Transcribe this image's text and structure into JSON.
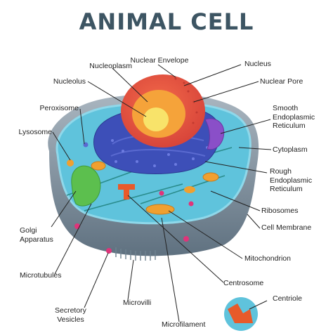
{
  "title": "ANIMAL CELL",
  "labels": {
    "nucleoplasm": "Nucleoplasm",
    "nuclear_envelope": "Nuclear Envelope",
    "nucleus": "Nucleus",
    "nucleolus": "Nucleolus",
    "nuclear_pore": "Nuclear Pore",
    "peroxisome": "Peroxisome",
    "smooth_er": [
      "Smooth",
      "Endoplasmic",
      "Reticulum"
    ],
    "lysosome": "Lysosome",
    "cytoplasm": "Cytoplasm",
    "rough_er": [
      "Rough",
      "Endoplasmic",
      "Reticulum"
    ],
    "ribosomes": "Ribosomes",
    "cell_membrane": "Cell Membrane",
    "golgi": [
      "Golgi",
      "Apparatus"
    ],
    "mitochondrion": "Mitochondrion",
    "microtubules": "Microtubules",
    "centrosome": "Centrosome",
    "centriole": "Centriole",
    "microvilli": "Microvilli",
    "secretory_vesicles": [
      "Secretory",
      "Vesicles"
    ],
    "microfilament": "Microfilament"
  },
  "colors": {
    "title": "#3d5563",
    "membrane": "#7a8c9a",
    "cytoplasm": "#5fc3dc",
    "rough_er": "#3d4fb8",
    "smooth_er": "#8a4fc8",
    "nucleus": "#e8573f",
    "nucleoplasm": "#f5a33a",
    "nucleolus": "#f8e36a",
    "golgi": "#5cbf4e",
    "mitochondrion": "#f0a030",
    "centrosome": "#e85a2a",
    "vesicle": "#e0347a"
  }
}
